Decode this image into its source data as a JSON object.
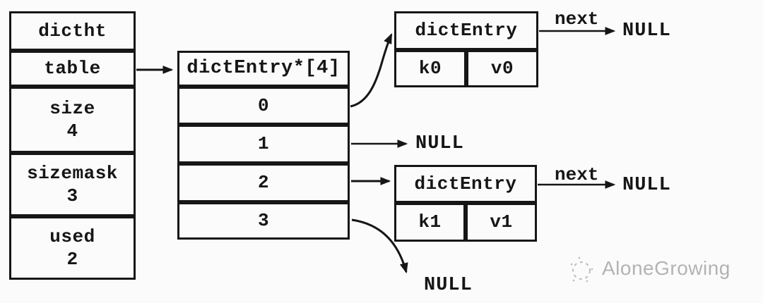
{
  "diagram": {
    "dictht": {
      "rows": [
        {
          "label": "dictht",
          "value": ""
        },
        {
          "label": "table",
          "value": ""
        },
        {
          "label": "size",
          "value": "4"
        },
        {
          "label": "sizemask",
          "value": "3"
        },
        {
          "label": "used",
          "value": "2"
        }
      ]
    },
    "bucket_array": {
      "header": "dictEntry*[4]",
      "slots": [
        "0",
        "1",
        "2",
        "3"
      ]
    },
    "entries": [
      {
        "title": "dictEntry",
        "key": "k0",
        "value": "v0",
        "next_label": "next",
        "next_target": "NULL"
      },
      {
        "title": "dictEntry",
        "key": "k1",
        "value": "v1",
        "next_label": "next",
        "next_target": "NULL"
      }
    ],
    "null_labels": {
      "slot1": "NULL",
      "slot3": "NULL"
    }
  },
  "watermark": {
    "text": "AloneGrowing"
  },
  "colors": {
    "line": "#161616",
    "background": "#fbfbfb",
    "watermark": "#b3b3b3"
  }
}
